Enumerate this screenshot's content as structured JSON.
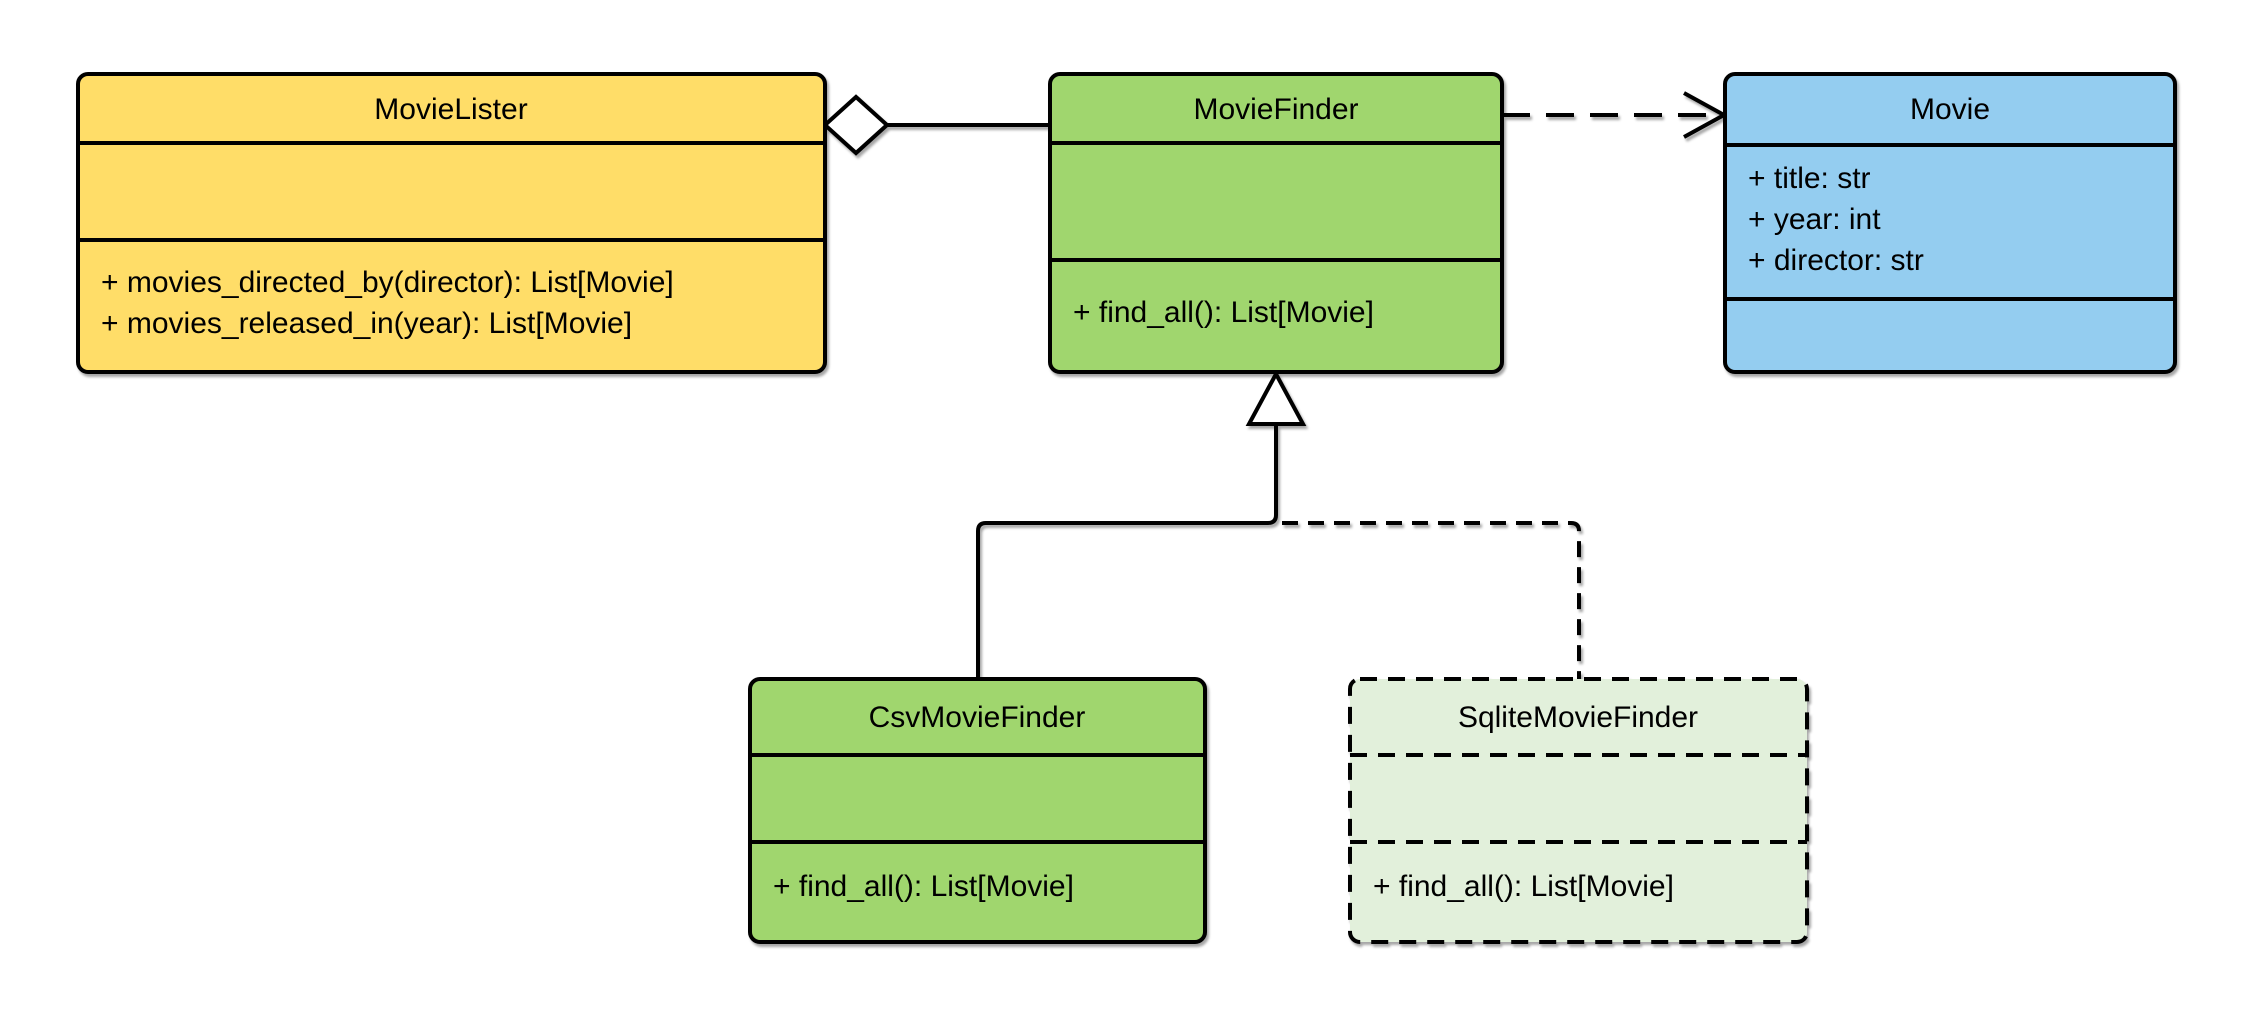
{
  "diagram": {
    "type": "uml-class-diagram",
    "classes": [
      {
        "name": "MovieLister",
        "attributes": [],
        "methods": [
          "+ movies_directed_by(director): List[Movie]",
          "+ movies_released_in(year): List[Movie]"
        ]
      },
      {
        "name": "MovieFinder",
        "attributes": [],
        "methods": [
          "+ find_all(): List[Movie]"
        ]
      },
      {
        "name": "Movie",
        "attributes": [
          "+ title: str",
          "+ year: int",
          "+ director: str"
        ],
        "methods": []
      },
      {
        "name": "CsvMovieFinder",
        "attributes": [],
        "methods": [
          "+ find_all(): List[Movie]"
        ]
      },
      {
        "name": "SqliteMovieFinder",
        "attributes": [],
        "methods": [
          "+ find_all(): List[Movie]"
        ]
      }
    ],
    "relationships": [
      {
        "type": "aggregation",
        "from": "MovieLister",
        "to": "MovieFinder",
        "line": "solid",
        "marker": "hollow-diamond-at-source"
      },
      {
        "type": "dependency",
        "from": "MovieFinder",
        "to": "Movie",
        "line": "dashed",
        "marker": "open-arrow-at-target"
      },
      {
        "type": "generalization",
        "from": "CsvMovieFinder",
        "to": "MovieFinder",
        "line": "solid",
        "marker": "hollow-triangle-at-target"
      },
      {
        "type": "generalization",
        "from": "SqliteMovieFinder",
        "to": "MovieFinder",
        "line": "dashed",
        "marker": "hollow-triangle-at-target"
      }
    ],
    "colors": {
      "yellow": "#FFDD67",
      "green": "#A0D66E",
      "light_green": "#E2F0DB",
      "blue": "#94CDF0",
      "stroke": "#000000",
      "background": "#FFFFFF"
    }
  }
}
